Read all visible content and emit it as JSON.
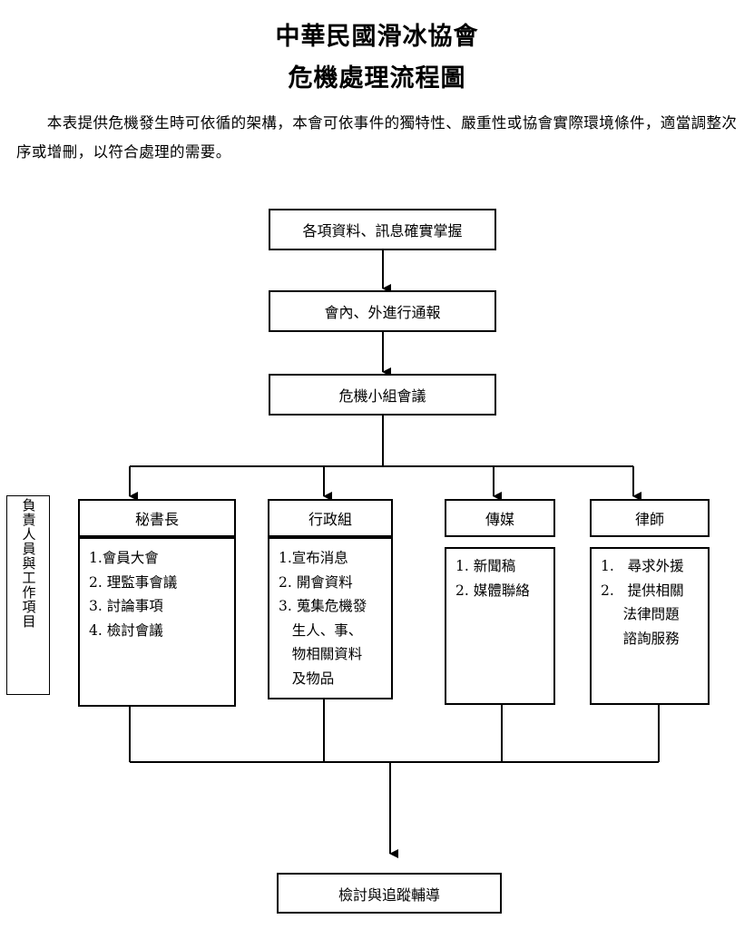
{
  "title_line1": "中華民國滑冰協會",
  "title_line2": "危機處理流程圖",
  "intro": "　　本表提供危機發生時可依循的架構，本會可依事件的獨特性、嚴重性或協會實際環境條件，適當調整次序或增刪，以符合處理的需要。",
  "steps": [
    "各項資料、訊息確實掌握",
    "會內、外進行通報",
    "危機小組會議"
  ],
  "side_label": "負責人員與工作項目",
  "roles": [
    {
      "name": "秘書長",
      "items": [
        "1.會員大會",
        "2. 理監事會議",
        "3. 討論事項",
        "4. 檢討會議"
      ]
    },
    {
      "name": "行政組",
      "items": [
        "1.宣布消息",
        "2. 開會資料",
        "3. 蒐集危機發",
        "   生人、事、",
        "   物相關資料",
        "   及物品"
      ]
    },
    {
      "name": "傳媒",
      "items": [
        "1. 新聞稿",
        "2. 媒體聯絡"
      ]
    },
    {
      "name": "律師",
      "items": [
        "1.   尋求外援",
        "2.   提供相關",
        "     法律問題",
        "     諮詢服務"
      ]
    }
  ],
  "final_step": "檢討與追蹤輔導"
}
